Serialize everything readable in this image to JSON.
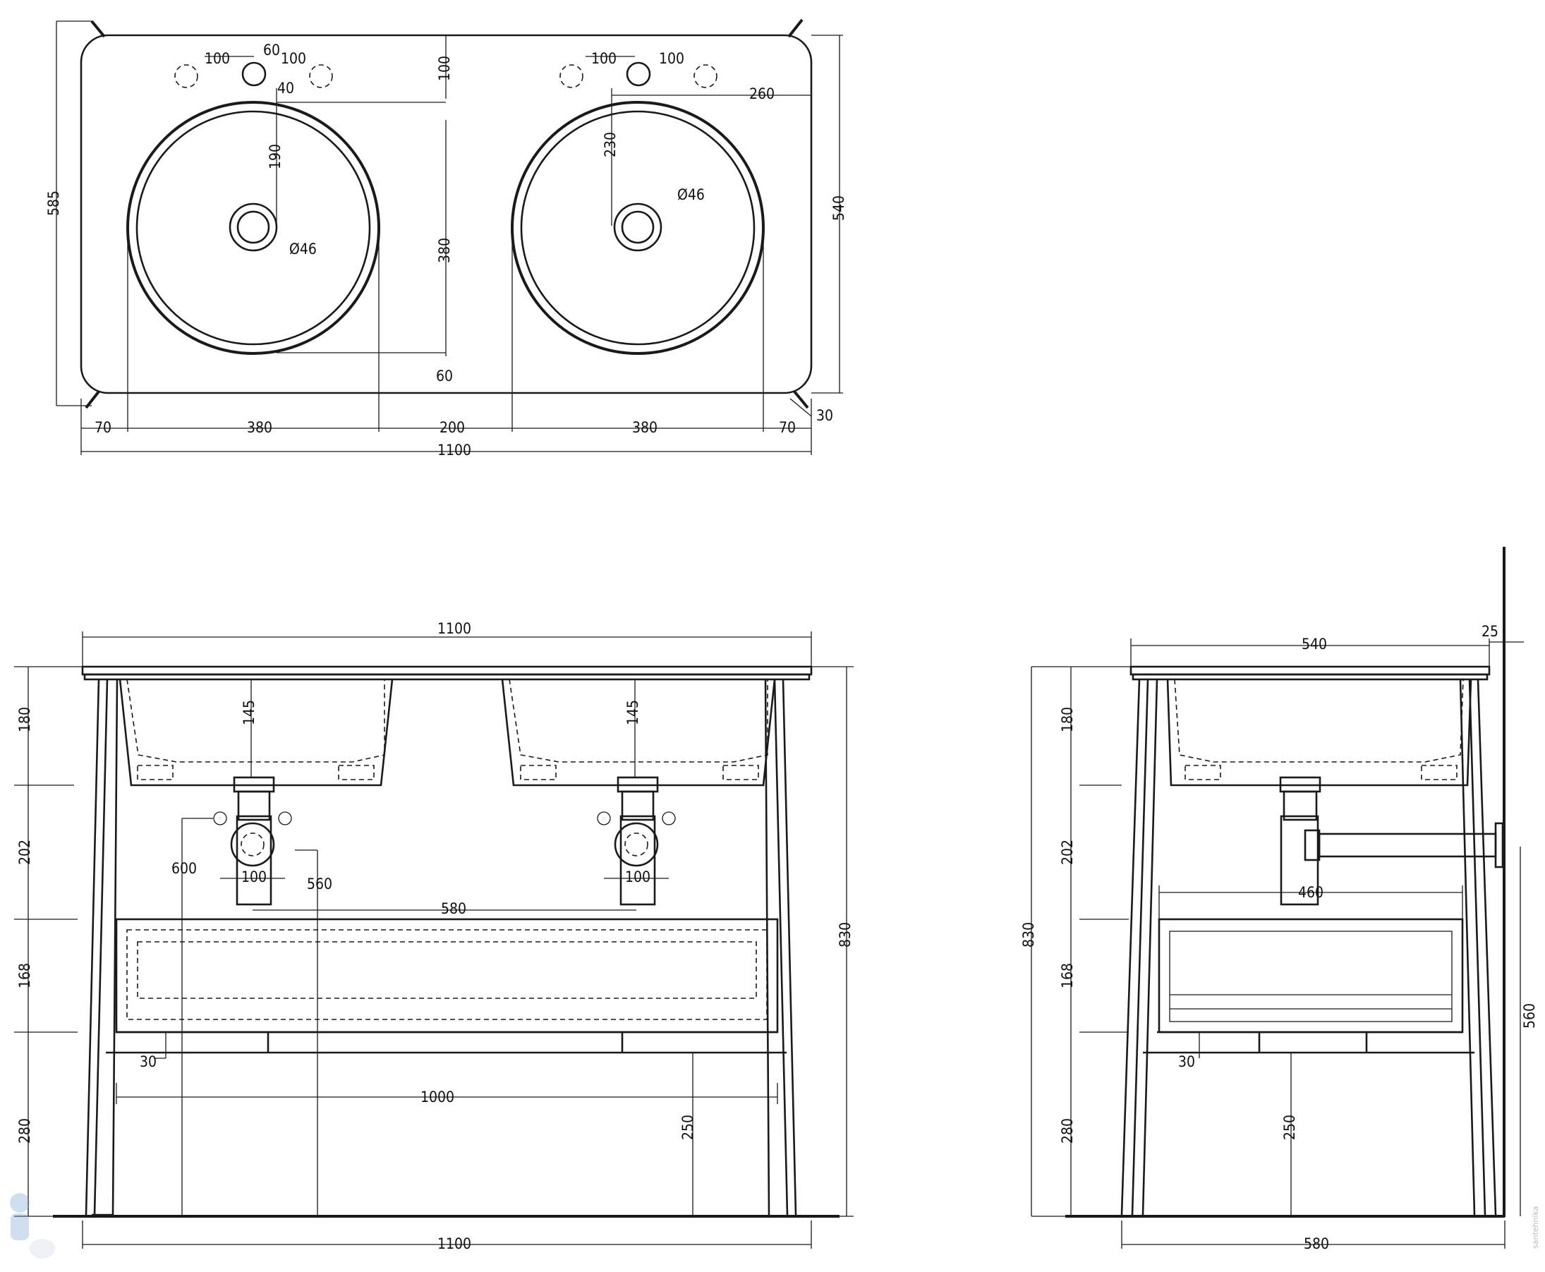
{
  "dimensions": {
    "top_view": {
      "overall_depth": "585",
      "basin_depth": "540",
      "tap_offset_60": "60",
      "tap_spacing_left_a": "100",
      "tap_spacing_left_b": "100",
      "tap_spacing_right_a": "100",
      "tap_spacing_right_b": "100",
      "tap_edge_100": "100",
      "tap_gap_40": "40",
      "drain_offset_left": "190",
      "drain_offset_right": "230",
      "basin_diameter_380": "380",
      "bottom_gap_60": "60",
      "drain_diameter_left": "Ø46",
      "drain_diameter_right": "Ø46",
      "tap_edge_260": "260",
      "leg_30": "30",
      "bottom_70_left": "70",
      "bottom_380_left": "380",
      "bottom_200": "200",
      "bottom_380_right": "380",
      "bottom_70_right": "70",
      "bottom_total": "1100"
    },
    "front_view": {
      "top_width": "1100",
      "basin_depth_left": "145",
      "basin_depth_right": "145",
      "h180": "180",
      "h202": "202",
      "h168": "168",
      "h280": "280",
      "h600": "600",
      "h560": "560",
      "valve_left_100": "100",
      "valve_right_100": "100",
      "drain_spacing": "580",
      "shelf_30": "30",
      "shelf_width": "1000",
      "shelf_height": "250",
      "total_height": "830",
      "bottom_width": "1100"
    },
    "side_view": {
      "top_depth": "540",
      "wall_25": "25",
      "h180": "180",
      "h202": "202",
      "h168": "168",
      "h280": "280",
      "total_height": "830",
      "drawer_width": "460",
      "shelf_30": "30",
      "shelf_height": "250",
      "trap_height": "560",
      "bottom_depth": "580"
    }
  },
  "watermark": "santehnika"
}
